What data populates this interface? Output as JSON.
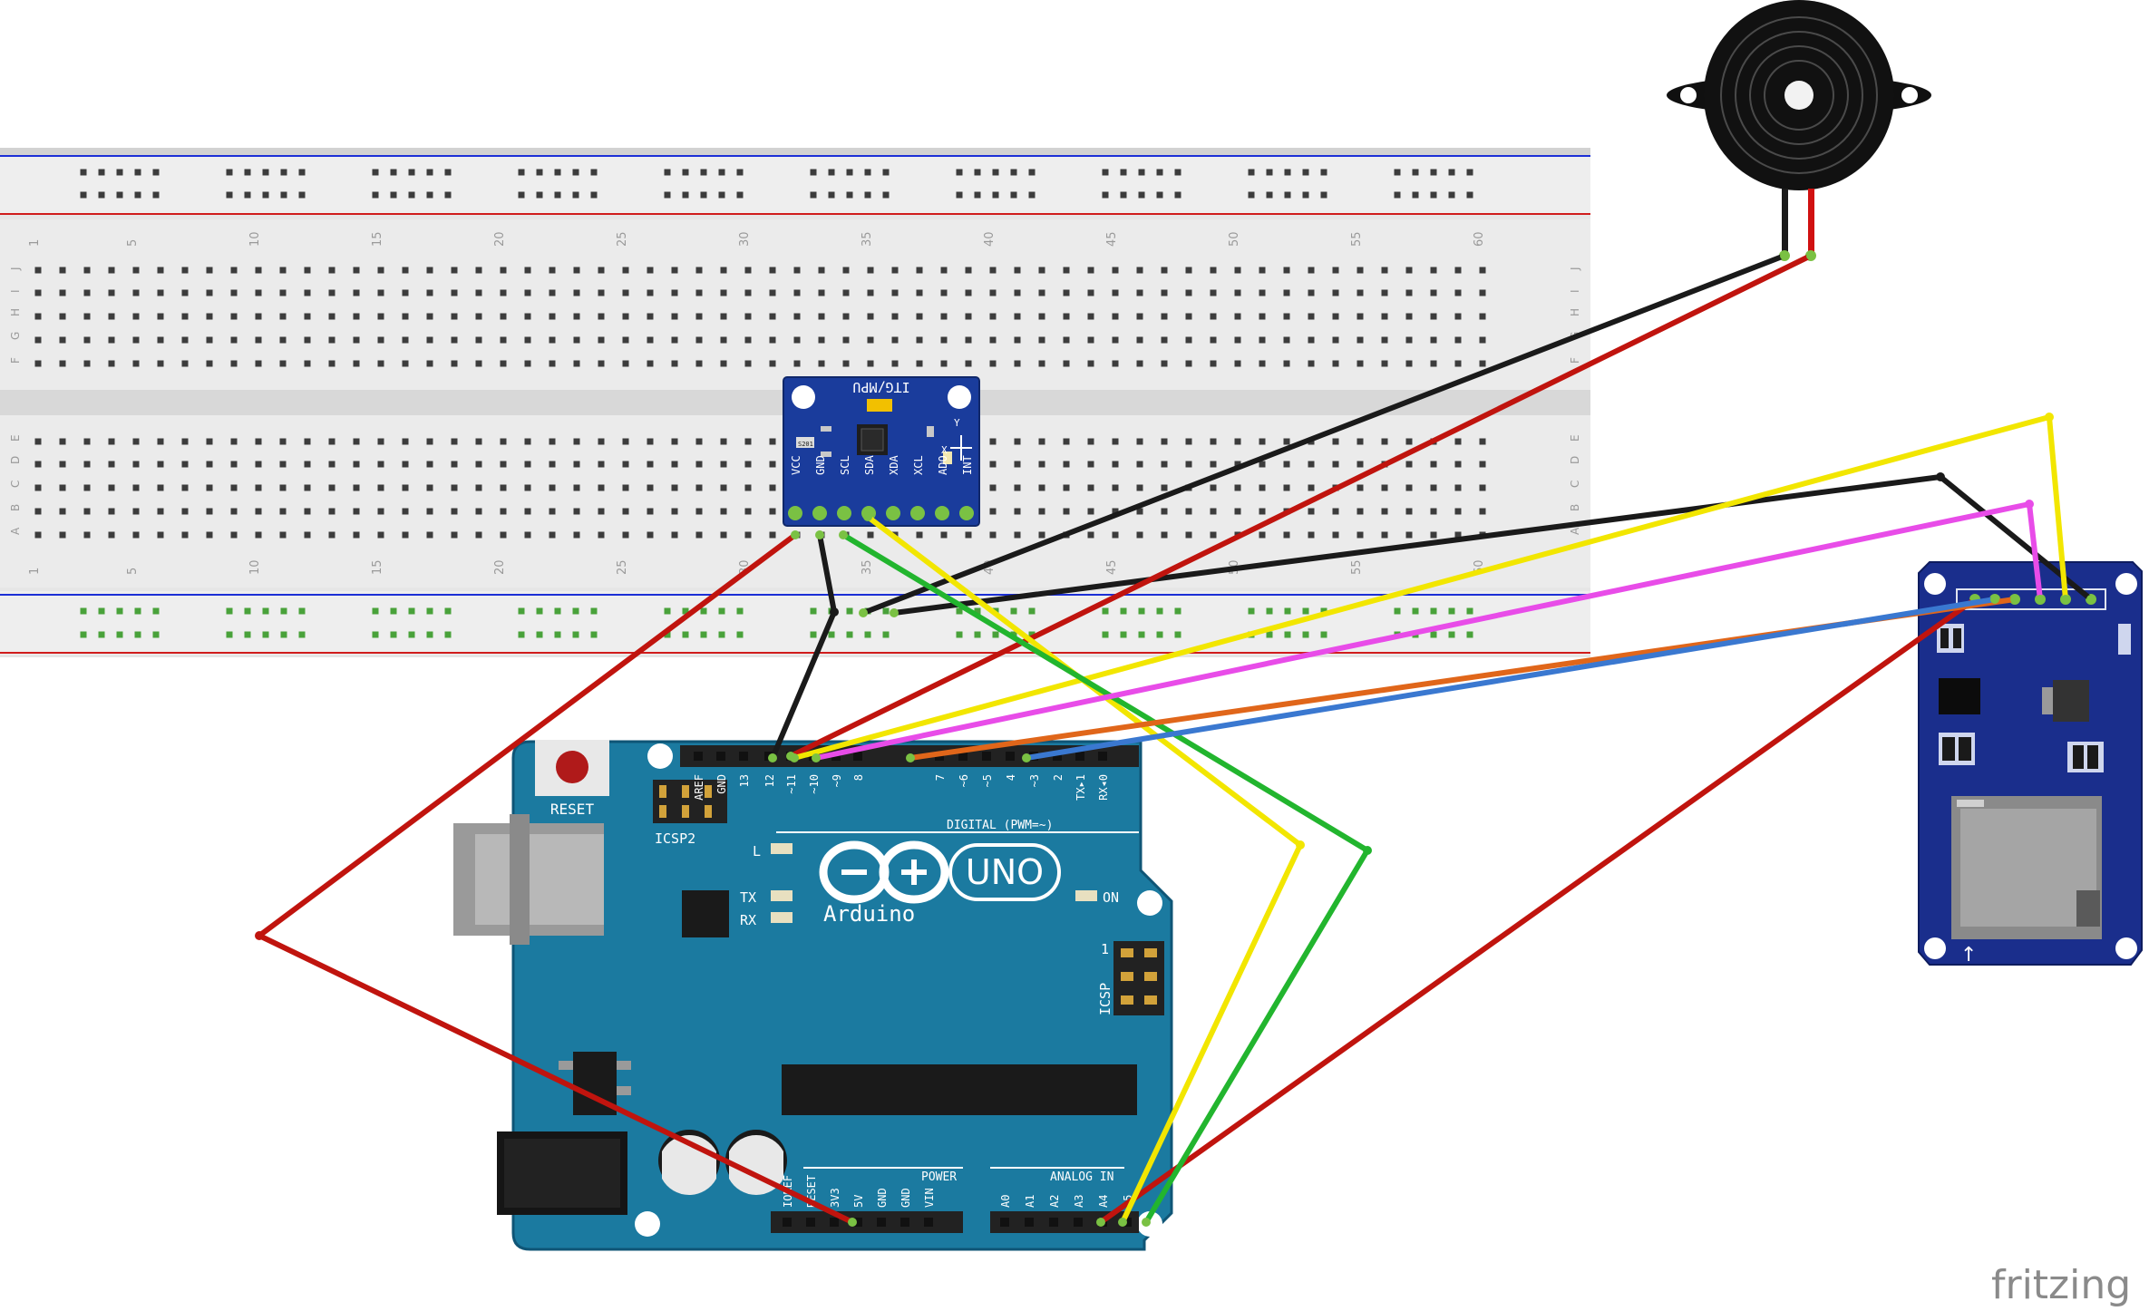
{
  "breadboard": {
    "column_numbers": [
      "1",
      "5",
      "10",
      "15",
      "20",
      "25",
      "30",
      "35",
      "40",
      "45",
      "50",
      "55",
      "60"
    ],
    "row_letters_top": [
      "J",
      "I",
      "H",
      "G",
      "F"
    ],
    "row_letters_bottom": [
      "E",
      "D",
      "C",
      "B",
      "A"
    ]
  },
  "mpu_module": {
    "title": "ITG/MPU",
    "pins": [
      "VCC",
      "GND",
      "SCL",
      "SDA",
      "XDA",
      "XCL",
      "ADO",
      "INT"
    ],
    "chip_label": "S201",
    "axis_labels": [
      "Y",
      "X"
    ]
  },
  "arduino": {
    "reset_label": "RESET",
    "icsp2_label": "ICSP2",
    "icsp_label": "ICSP",
    "brand": "Arduino",
    "model": "UNO",
    "digital_label": "DIGITAL (PWM=~)",
    "power_label": "POWER",
    "analog_label": "ANALOG IN",
    "led_labels": [
      "L",
      "TX",
      "RX",
      "ON"
    ],
    "icsp_pin_one": "1",
    "digital_pins": [
      "AREF",
      "GND",
      "13",
      "12",
      "~11",
      "~10",
      "~9",
      "8",
      "7",
      "~6",
      "~5",
      "4",
      "~3",
      "2",
      "TX▸1",
      "RX◂0"
    ],
    "power_pins": [
      "IOREF",
      "RESET",
      "3V3",
      "5V",
      "GND",
      "GND",
      "VIN"
    ],
    "analog_pins": [
      "A0",
      "A1",
      "A2",
      "A3",
      "A4",
      "A5"
    ]
  },
  "watermark": "fritzing",
  "wire_colors": {
    "red": "#c0140e",
    "black": "#1a1a1a",
    "yellow": "#f2e600",
    "green": "#22b52e",
    "magenta": "#e84ce8",
    "orange": "#e0661a",
    "blue": "#3a78d0"
  }
}
